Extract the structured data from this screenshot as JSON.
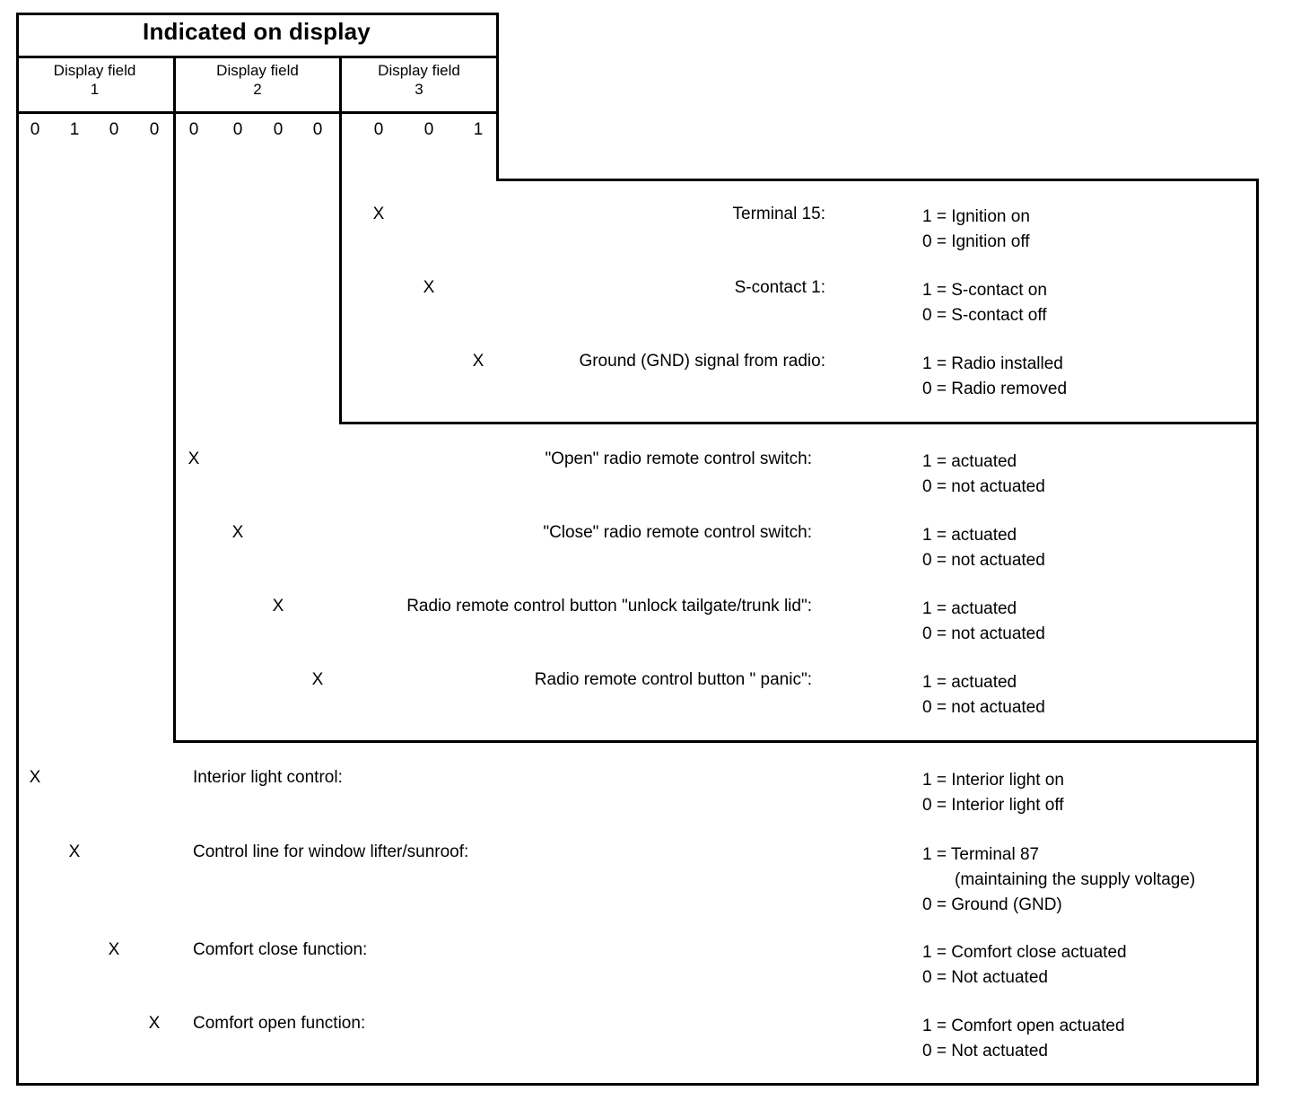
{
  "header": {
    "title": "Indicated on display",
    "fields": [
      {
        "label": "Display field",
        "number": "1"
      },
      {
        "label": "Display field",
        "number": "2"
      },
      {
        "label": "Display field",
        "number": "3"
      }
    ]
  },
  "bits": {
    "field1": [
      "0",
      "1",
      "0",
      "0"
    ],
    "field2": [
      "0",
      "0",
      "0",
      "0"
    ],
    "field3": [
      "0",
      "0",
      "1"
    ]
  },
  "marker": "X",
  "sections": [
    {
      "name": "display-field-3",
      "rows": [
        {
          "description": "Terminal 15:",
          "values": [
            "1 = Ignition on",
            "0 = Ignition off"
          ]
        },
        {
          "description": "S-contact 1:",
          "values": [
            "1 = S-contact on",
            "0 = S-contact off"
          ]
        },
        {
          "description": "Ground (GND) signal from radio:",
          "values": [
            "1 = Radio installed",
            "0 = Radio removed"
          ]
        }
      ]
    },
    {
      "name": "display-field-2",
      "rows": [
        {
          "description": "\"Open\" radio remote control switch:",
          "values": [
            "1 = actuated",
            "0 = not actuated"
          ]
        },
        {
          "description": "\"Close\" radio remote control switch:",
          "values": [
            "1 = actuated",
            "0 = not actuated"
          ]
        },
        {
          "description": "Radio remote control button \"unlock tailgate/trunk lid\":",
          "values": [
            "1 = actuated",
            "0 = not actuated"
          ]
        },
        {
          "description": "Radio remote control button \" panic\":",
          "values": [
            "1 = actuated",
            "0 = not actuated"
          ]
        }
      ]
    },
    {
      "name": "display-field-1",
      "rows": [
        {
          "description": "Interior light control:",
          "values": [
            "1 = Interior light on",
            "0 = Interior light off"
          ]
        },
        {
          "description": "Control line for window lifter/sunroof:",
          "values": [
            "1 = Terminal 87",
            "(maintaining the supply voltage)",
            "0 = Ground (GND)"
          ]
        },
        {
          "description": "Comfort close function:",
          "values": [
            "1 = Comfort close actuated",
            "0 = Not actuated"
          ]
        },
        {
          "description": "Comfort open function:",
          "values": [
            "1 = Comfort open actuated",
            "0 = Not actuated"
          ]
        }
      ]
    }
  ]
}
